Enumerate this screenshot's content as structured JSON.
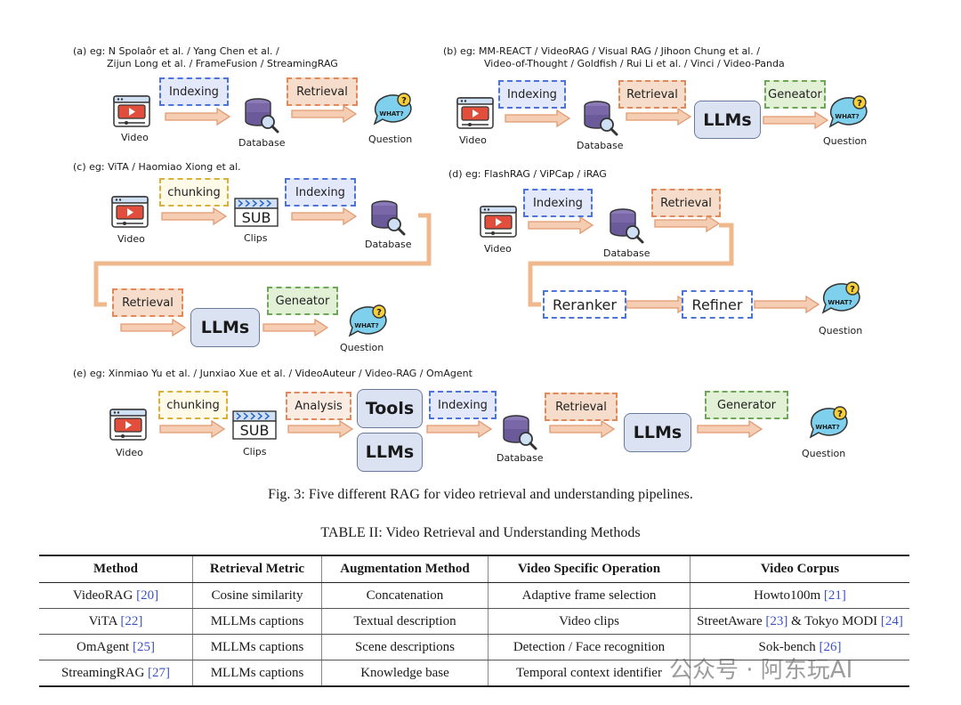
{
  "figure": {
    "panels": {
      "a": {
        "title_line1": "(a) eg: N Spolaôr et al. / Yang Chen et al. /",
        "title_line2": "Zijun Long et al. / FrameFusion / StreamingRAG",
        "indexing": "Indexing",
        "retrieval": "Retrieval",
        "video": "Video",
        "database": "Database",
        "question": "Question"
      },
      "b": {
        "title_line1": "(b)   eg: MM-REACT / VideoRAG / Visual RAG / Jihoon Chung et al. /",
        "title_line2": "Video-of-Thought / Goldfish / Rui Li et al. / Vinci / Video-Panda",
        "indexing": "Indexing",
        "retrieval": "Retrieval",
        "llms": "LLMs",
        "generator": "Geneator",
        "video": "Video",
        "database": "Database",
        "question": "Question"
      },
      "c": {
        "title": "(c)   eg: ViTA / Haomiao Xiong et al.",
        "chunking": "chunking",
        "indexing": "Indexing",
        "retrieval": "Retrieval",
        "llms": "LLMs",
        "generator": "Geneator",
        "video": "Video",
        "clips": "Clips",
        "sub": "SUB",
        "database": "Database",
        "question": "Question"
      },
      "d": {
        "title": "(d)   eg: FlashRAG / ViPCap / iRAG",
        "indexing": "Indexing",
        "retrieval": "Retrieval",
        "reranker": "Reranker",
        "refiner": "Refiner",
        "video": "Video",
        "database": "Database",
        "question": "Question"
      },
      "e": {
        "title": "(e)   eg: Xinmiao Yu et al.  /  Junxiao Xue et al. / VideoAuteur / Video-RAG / OmAgent",
        "chunking": "chunking",
        "analysis": "Analysis",
        "tools": "Tools",
        "llms_tools": "LLMs",
        "indexing": "Indexing",
        "retrieval": "Retrieval",
        "llms": "LLMs",
        "generator": "Generator",
        "video": "Video",
        "clips": "Clips",
        "sub": "SUB",
        "database": "Database",
        "question": "Question"
      }
    },
    "what_bubble": "WHAT?",
    "caption": "Fig. 3: Five different RAG for video retrieval and understanding pipelines."
  },
  "table": {
    "title": "TABLE II: Video Retrieval and Understanding Methods",
    "headers": [
      "Method",
      "Retrieval Metric",
      "Augmentation Method",
      "Video Specific Operation",
      "Video Corpus"
    ],
    "rows": [
      {
        "method": "VideoRAG",
        "method_cite": "[20]",
        "metric": "Cosine similarity",
        "aug": "Concatenation",
        "op": "Adaptive frame selection",
        "corpus_a": "Howto100m",
        "corpus_a_cite": "[21]",
        "corpus_b": "",
        "corpus_b_cite": ""
      },
      {
        "method": "ViTA",
        "method_cite": "[22]",
        "metric": "MLLMs captions",
        "aug": "Textual description",
        "op": "Video clips",
        "corpus_a": "StreetAware",
        "corpus_a_cite": "[23]",
        "corpus_b": "& Tokyo MODI",
        "corpus_b_cite": "[24]"
      },
      {
        "method": "OmAgent",
        "method_cite": "[25]",
        "metric": "MLLMs captions",
        "aug": "Scene descriptions",
        "op": "Detection / Face recognition",
        "corpus_a": "Sok-bench",
        "corpus_a_cite": "[26]",
        "corpus_b": "",
        "corpus_b_cite": ""
      },
      {
        "method": "StreamingRAG",
        "method_cite": "[27]",
        "metric": "MLLMs captions",
        "aug": "Knowledge base",
        "op": "Temporal context identifier",
        "corpus_a": "",
        "corpus_a_cite": "",
        "corpus_b": "",
        "corpus_b_cite": ""
      }
    ]
  },
  "watermark": "公众号 · 阿东玩AI",
  "colors": {
    "arrow": "#f2c6a7",
    "arrow_stroke": "#e2a27c",
    "connector": "#efb88d",
    "video_red": "#e14f3c",
    "db_purple": "#7d6aa8"
  }
}
